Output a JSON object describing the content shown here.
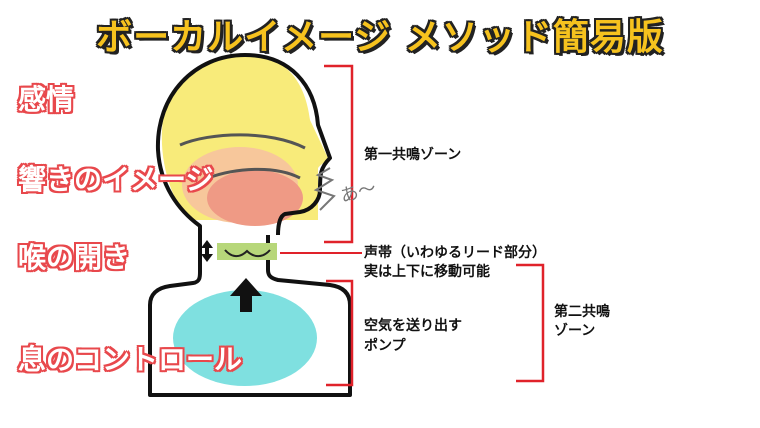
{
  "title": "ボーカルイメージ メソッド簡易版",
  "left_labels": {
    "emotion": "感情",
    "resonance_image": "響きのイメージ",
    "throat_opening": "喉の開き",
    "breath_control": "息のコントロール"
  },
  "right_labels": {
    "first_resonance_zone": "第一共鳴ゾーン",
    "vocal_cords_line1": "声帯（いわゆるリード部分）",
    "vocal_cords_line2": "実は上下に移動可能",
    "second_resonance_zone_line1": "第二共鳴",
    "second_resonance_zone_line2": "ゾーン",
    "air_pump_line1": "空気を送り出す",
    "air_pump_line2": "ポンプ"
  },
  "voice_sound": "あ〜",
  "colors": {
    "title_fill": "#f6c21e",
    "label_red": "#e8484c",
    "head_yellow": "#f8eb7a",
    "mouth_orange": "#f7c79b",
    "resonance_salmon": "#ef9a85",
    "vocal_cord_green": "#b7d77a",
    "lung_cyan": "#7fe0e0",
    "bracket_red": "#e0222a"
  }
}
